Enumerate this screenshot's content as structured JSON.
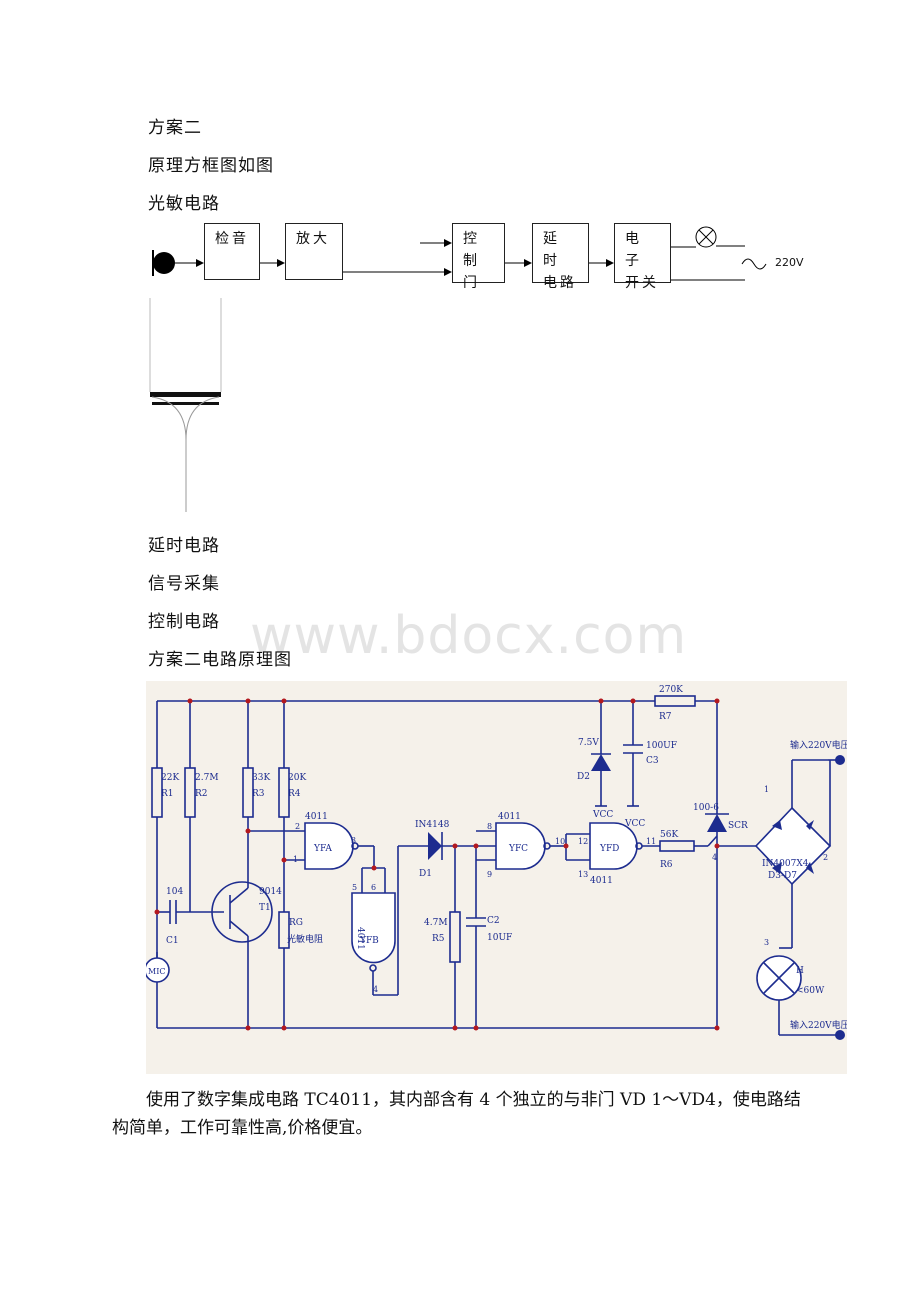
{
  "heading": "方案二",
  "line_principle": "原理方框图如图",
  "line_light": "光敏电路",
  "blocks": {
    "detect": "检音",
    "amp": "放大",
    "ctrl": [
      "控 制",
      "门"
    ],
    "delay": [
      "延 时",
      "电路"
    ],
    "switch": [
      "电 子",
      "开关"
    ]
  },
  "voltage": "220V",
  "line_delay": "延时电路",
  "line_signal": "信号采集",
  "line_control": "控制电路",
  "line_schematic_title": "方案二电路原理图",
  "watermark": "www.bdocx.com",
  "schematic": {
    "r1": [
      "22K",
      "R1"
    ],
    "r2": [
      "2.7M",
      "R2"
    ],
    "r3": [
      "33K",
      "R3"
    ],
    "r4": [
      "20K",
      "R4"
    ],
    "c1": [
      "104",
      "C1"
    ],
    "t1": [
      "9014",
      "T1"
    ],
    "rg": [
      "RG",
      "光敏电阻"
    ],
    "mic": "MIC",
    "yfa": [
      "4011",
      "YFA"
    ],
    "yfb": [
      "4011",
      "YFB"
    ],
    "yfc": [
      "4011",
      "YFC"
    ],
    "yfd": [
      "YFD",
      "4011"
    ],
    "d1": [
      "IN4148",
      "D1"
    ],
    "r5": [
      "4.7M",
      "R5"
    ],
    "c2": [
      "C2",
      "10UF"
    ],
    "d2": [
      "7.5V",
      "D2"
    ],
    "c3": [
      "100UF",
      "C3"
    ],
    "vcc": "VCC",
    "r7": [
      "270K",
      "R7"
    ],
    "r6": [
      "56K",
      "R6"
    ],
    "scr": [
      "100-6",
      "SCR"
    ],
    "bridge": [
      "IN4007X4",
      "D3-D7"
    ],
    "lamp": [
      "H",
      "<60W"
    ],
    "in_top": "输入220V电压",
    "in_bottom": "输入220V电压",
    "pins": [
      "2",
      "3",
      "1",
      "5",
      "6",
      "4",
      "8",
      "9",
      "10",
      "12",
      "13",
      "11",
      "1",
      "2",
      "3",
      "4"
    ]
  },
  "paragraph": "使用了数字集成电路 TC4011，其内部含有 4 个独立的与非门 VD 1～VD4，使电路结构简单，工作可靠性高,价格便宜。"
}
